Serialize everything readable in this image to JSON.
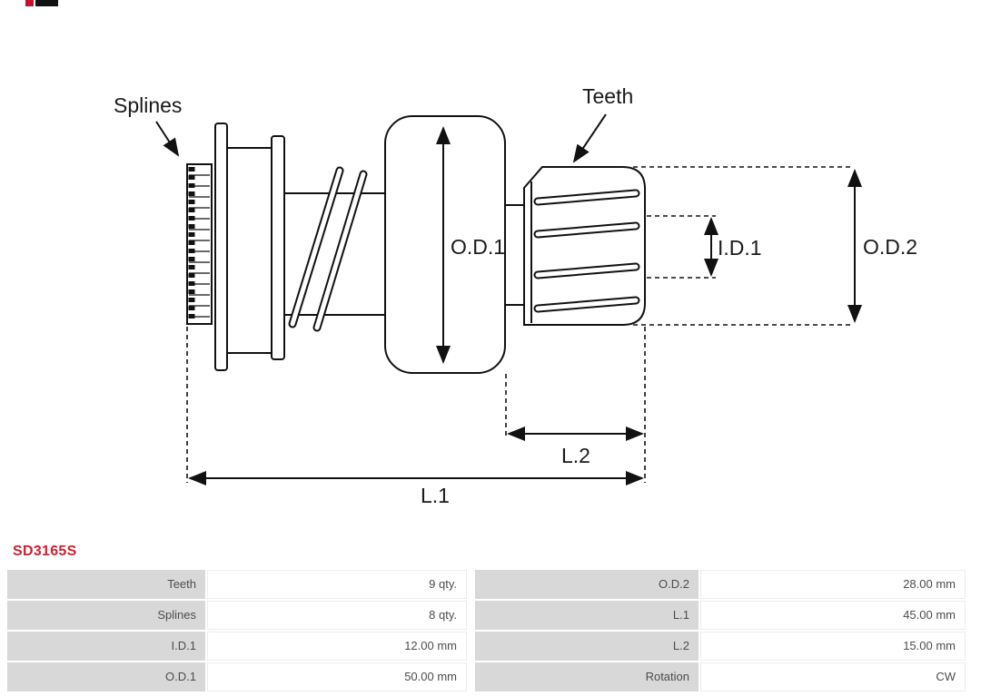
{
  "diagram": {
    "labels": {
      "splines": "Splines",
      "teeth": "Teeth",
      "od1": "O.D.1",
      "id1": "I.D.1",
      "od2": "O.D.2",
      "l2": "L.2",
      "l1": "L.1"
    }
  },
  "part_number": "SD3165S",
  "colors": {
    "part_number_red": "#cf2030",
    "brand_red": "#c8102e",
    "table_label_bg": "#d8d8d8",
    "table_value_bg": "#ffffff",
    "table_text": "#4d4d4d",
    "drawing_stroke": "#111111"
  },
  "table": {
    "rows": [
      [
        "Teeth",
        "9 qty.",
        "O.D.2",
        "28.00 mm"
      ],
      [
        "Splines",
        "8 qty.",
        "L.1",
        "45.00 mm"
      ],
      [
        "I.D.1",
        "12.00 mm",
        "L.2",
        "15.00 mm"
      ],
      [
        "O.D.1",
        "50.00 mm",
        "Rotation",
        "CW"
      ]
    ]
  }
}
